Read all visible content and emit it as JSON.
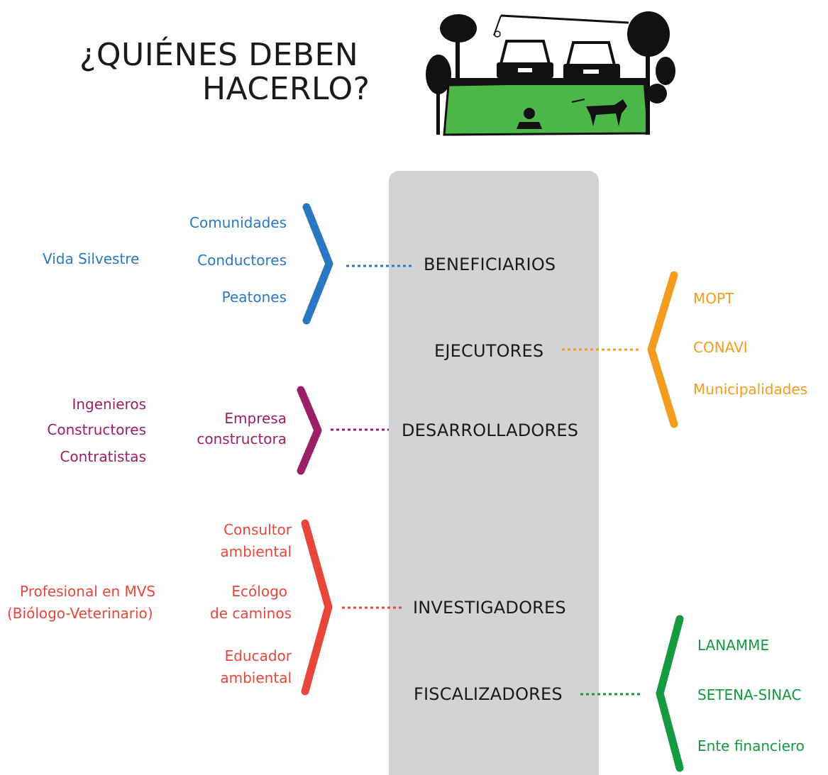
{
  "title": {
    "line1": "¿QUIÉNES DEBEN",
    "line2": "HACERLO?"
  },
  "roles": {
    "beneficiarios": "BENEFICIARIOS",
    "ejecutores": "EJECUTORES",
    "desarrolladores": "DESARROLLADORES",
    "investigadores": "INVESTIGADORES",
    "fiscalizadores": "FISCALIZADORES"
  },
  "beneficiarios": {
    "items": [
      "Comunidades",
      "Conductores",
      "Peatones"
    ],
    "outer": "Vida Silvestre"
  },
  "ejecutores": {
    "items": [
      "MOPT",
      "CONAVI",
      "Municipalidades"
    ]
  },
  "desarrolladores": {
    "item_line1": "Empresa",
    "item_line2": "constructora",
    "outer": [
      "Ingenieros",
      "Constructores",
      "Contratistas"
    ]
  },
  "investigadores": {
    "items": [
      {
        "line1": "Consultor",
        "line2": "ambiental"
      },
      {
        "line1": "Ecólogo",
        "line2": "de caminos"
      },
      {
        "line1": "Educador",
        "line2": "ambiental"
      }
    ],
    "outer_line1": "Profesional en MVS",
    "outer_line2": "(Biólogo-Veterinario)"
  },
  "fiscalizadores": {
    "items": [
      "LANAMME",
      "SETENA-SINAC",
      "Ente financiero"
    ]
  },
  "colors": {
    "beneficiarios": "#2a78c2",
    "ejecutores": "#f39c1e",
    "desarrolladores": "#9b1f66",
    "investigadores": "#e8463b",
    "fiscalizadores": "#159a3f",
    "panel": "#d2d3d5",
    "ground": "#4cb648"
  }
}
